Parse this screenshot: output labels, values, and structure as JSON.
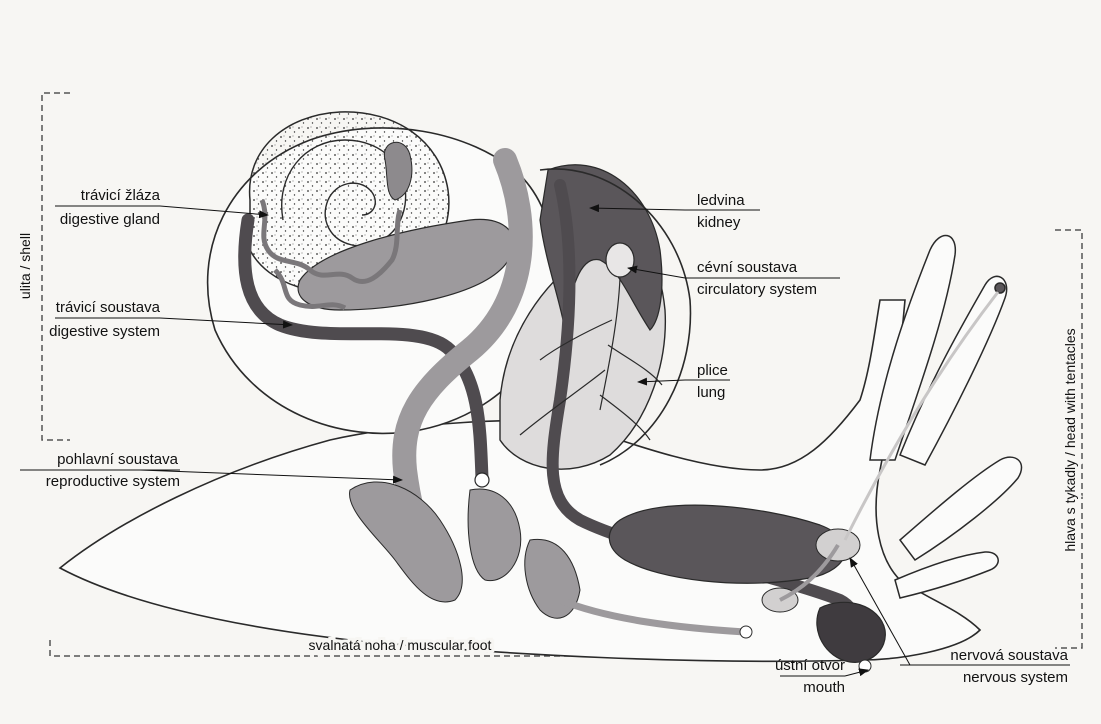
{
  "diagram": {
    "labels": {
      "digestive_gland_cz": "trávicí žláza",
      "digestive_gland_en": "digestive gland",
      "digestive_system_cz": "trávicí soustava",
      "digestive_system_en": "digestive system",
      "reproductive_system_cz": "pohlavní soustava",
      "reproductive_system_en": "reproductive system",
      "kidney_cz": "ledvina",
      "kidney_en": "kidney",
      "circulatory_system_cz": "cévní soustava",
      "circulatory_system_en": "circulatory system",
      "lung_cz": "plice",
      "lung_en": "lung",
      "mouth_cz": "ústní otvor",
      "mouth_en": "mouth",
      "nervous_system_cz": "nervová soustava",
      "nervous_system_en": "nervous system"
    },
    "brackets": {
      "shell": "ulita / shell",
      "foot": "svalnatá noha / muscular foot",
      "head": "hlava s tykadly / head with tentacles"
    },
    "colors": {
      "paper": "#f6f5f2",
      "outline": "#2a2a2a",
      "dark_organ": "#5a565a",
      "mid_organ": "#9d9a9d",
      "light_organ": "#d2d0d0",
      "lung_fill": "#dedcdc"
    }
  }
}
